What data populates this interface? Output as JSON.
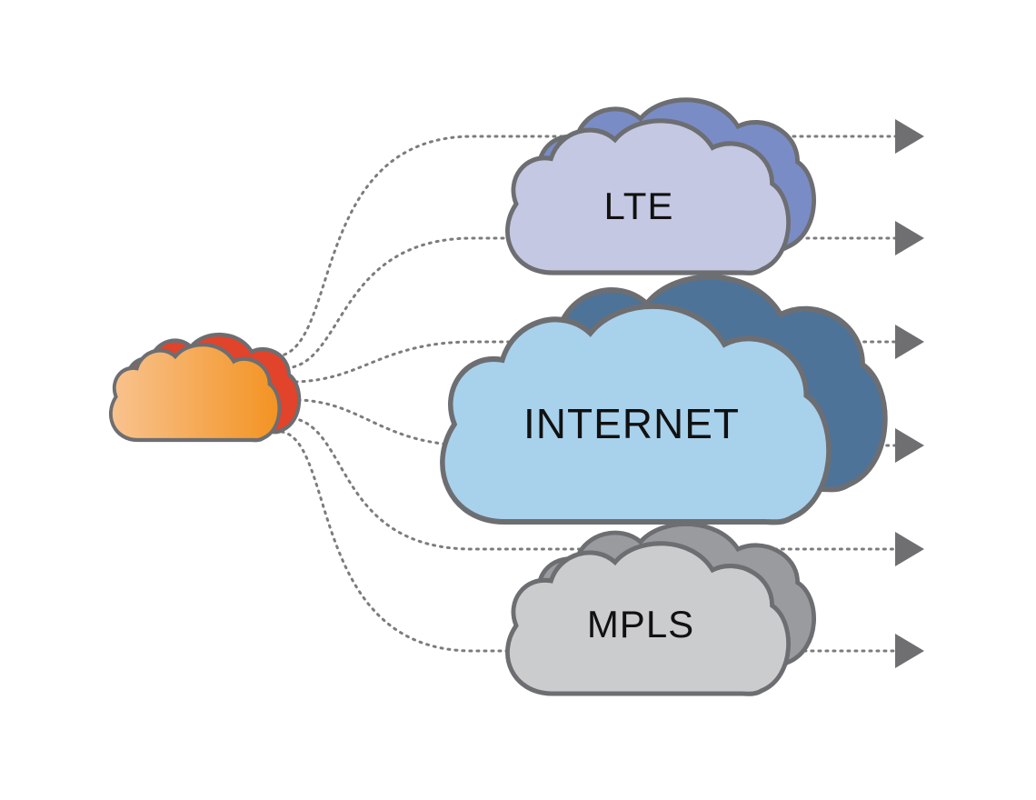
{
  "diagram": {
    "source": {
      "colors": {
        "back": "#e2432b",
        "front_start": "#f8c38f",
        "front_end": "#f39322",
        "outline": "#6d6e71"
      }
    },
    "networks": [
      {
        "id": "lte",
        "label": "LTE",
        "colors": {
          "back": "#7a8cc6",
          "front": "#c4c8e2",
          "outline": "#6d6e71"
        }
      },
      {
        "id": "internet",
        "label": "INTERNET",
        "colors": {
          "back": "#4e7399",
          "front": "#a8d1ec",
          "outline": "#6d6e71"
        }
      },
      {
        "id": "mpls",
        "label": "MPLS",
        "colors": {
          "back": "#9a9b9e",
          "front": "#cbcccd",
          "outline": "#6d6e71"
        }
      }
    ],
    "connectors": {
      "line_color": "#7c7c7c",
      "arrow_color": "#6f6f72",
      "count": 6
    }
  }
}
